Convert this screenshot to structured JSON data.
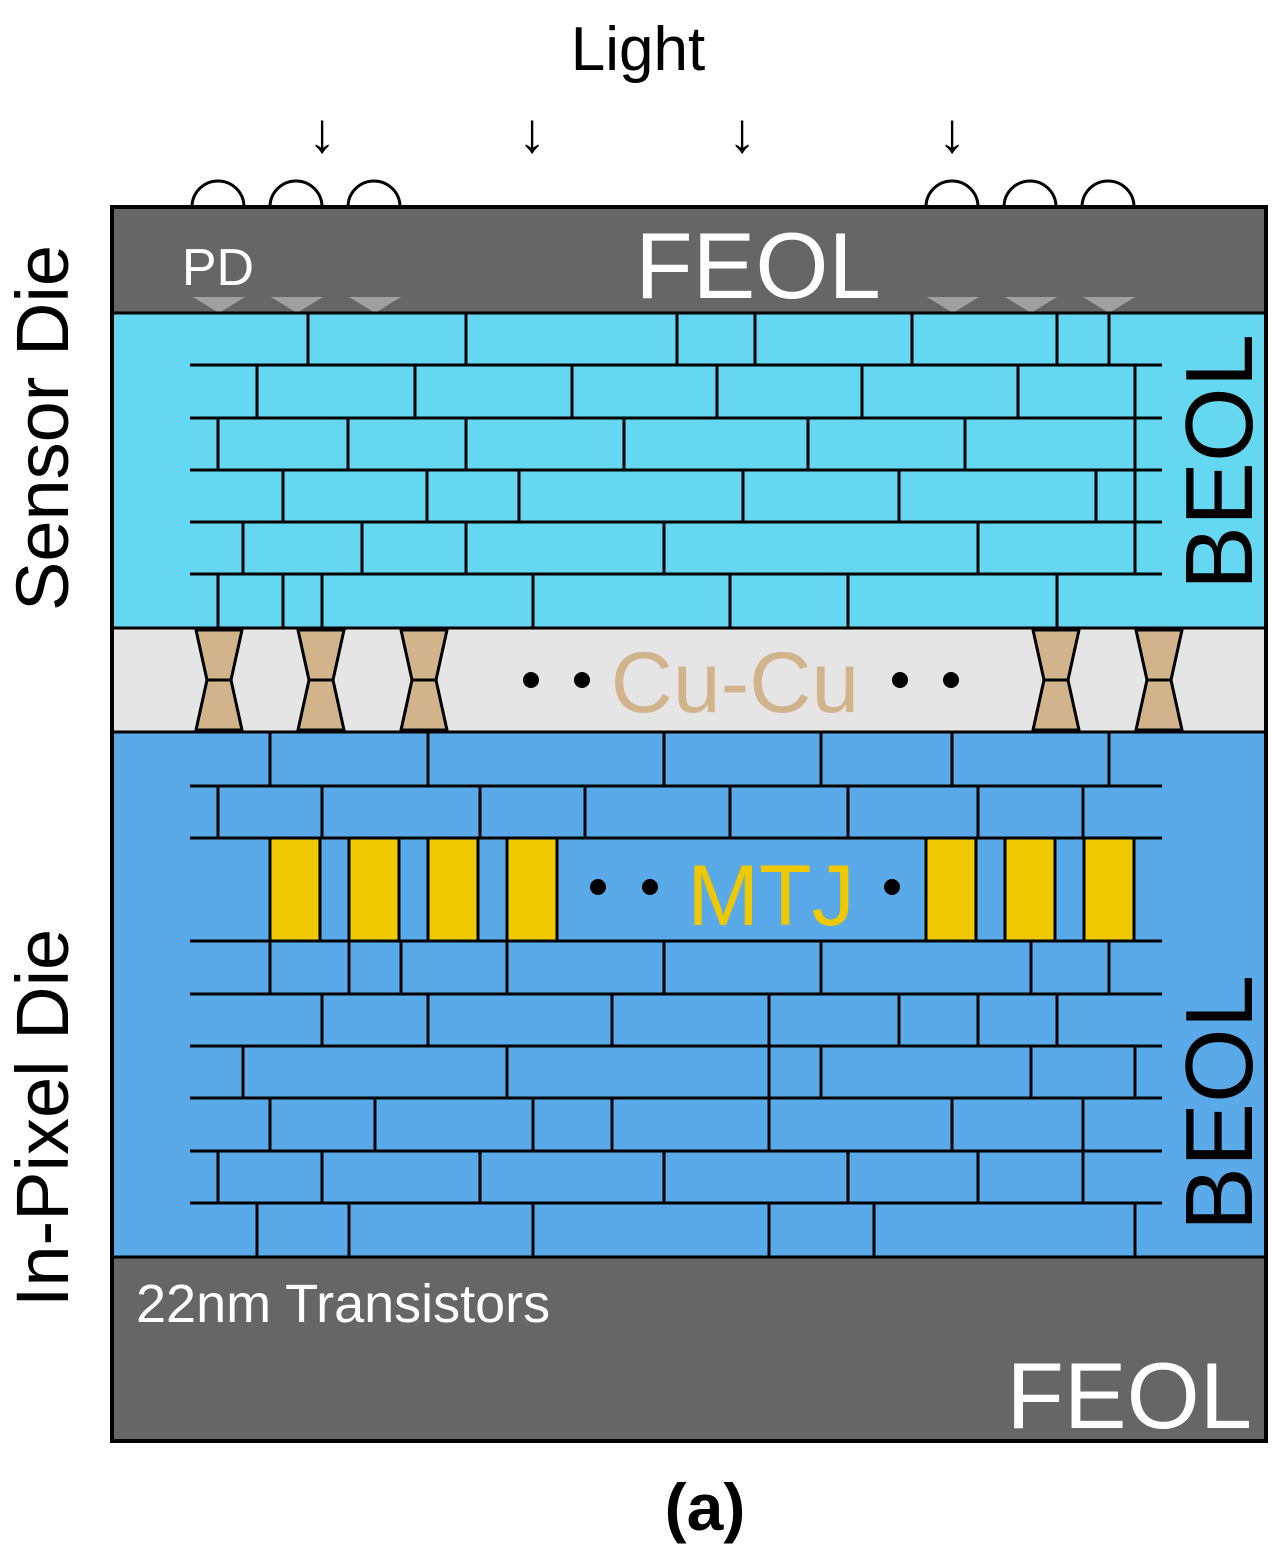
{
  "labels": {
    "light": "Light",
    "arrow_glyph": "↓",
    "pd": "PD",
    "feol_top": "FEOL",
    "beol_sensor": "BEOL",
    "beol_inpixel": "BEOL",
    "cucu": "Cu-Cu",
    "mtj": "MTJ",
    "transistors": "22nm Transistors",
    "feol_bottom": "FEOL",
    "sensor_die": "Sensor Die",
    "inpixel_die": "In-Pixel Die",
    "caption": "(a)"
  },
  "colors": {
    "feol": "#666666",
    "sensor_beol": "#66d7f0",
    "bond_layer": "#e5e5e5",
    "inpixel_beol": "#5aaaea",
    "cu_pad": "#d2b48c",
    "mtj": "#f0c800",
    "photodiode": "#a0a0a0",
    "line": "#000000",
    "text_light": "#ffffff",
    "text_dark": "#000000"
  }
}
